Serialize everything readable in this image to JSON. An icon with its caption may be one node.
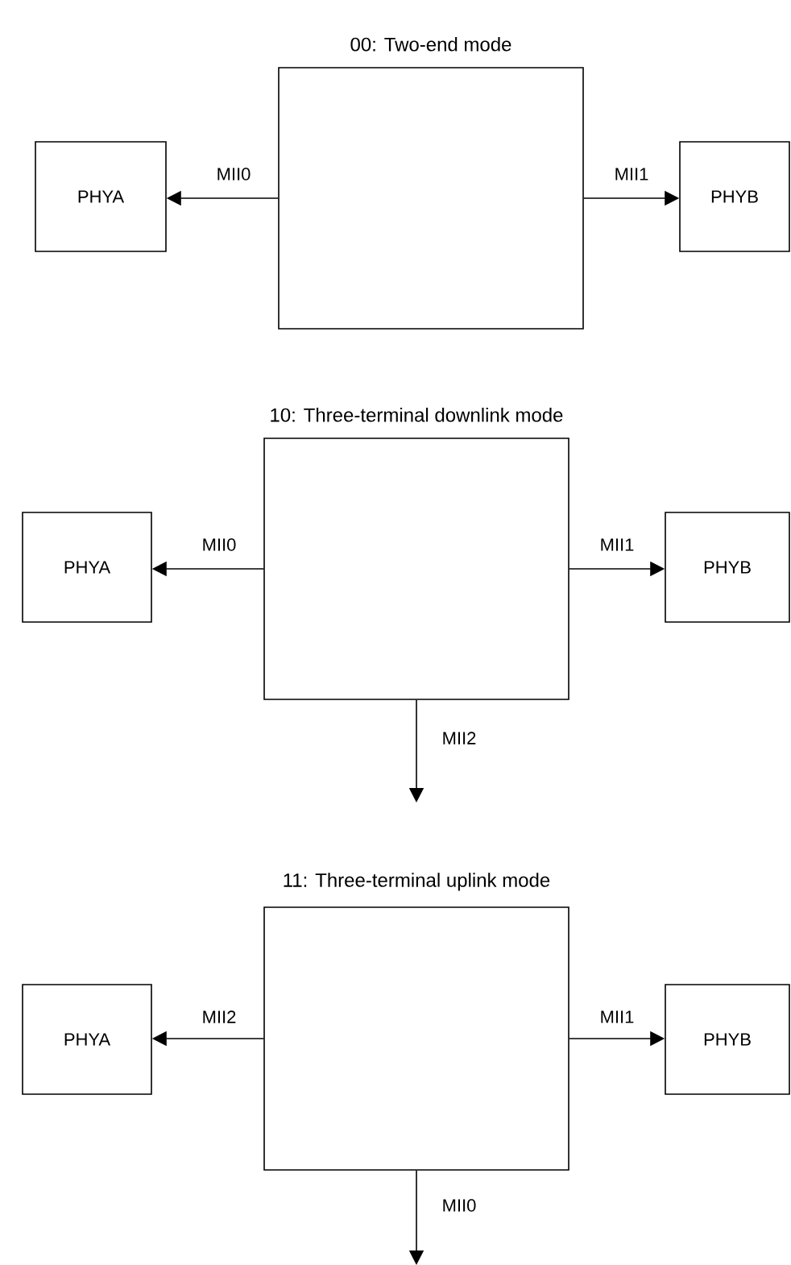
{
  "diagram": {
    "nodes": [
      {
        "text": [
          "00: Two-end mode"
        ]
      },
      {
        "text": [
          "PHYA"
        ]
      },
      {
        "text": [
          "PHYB"
        ]
      },
      {
        "text": [
          "10: Three-terminal downlink mode"
        ]
      },
      {
        "text": [
          "PHYA"
        ]
      },
      {
        "text": [
          "PHYB"
        ]
      },
      {
        "text": [
          "11: Three-terminal uplink mode"
        ]
      },
      {
        "text": [
          "PHYA"
        ]
      },
      {
        "text": [
          "PHYB"
        ]
      }
    ],
    "edges": [
      {
        "from": 0,
        "to": 1,
        "arrow": "to",
        "label": "MII0"
      },
      {
        "from": 0,
        "to": 2,
        "arrow": "to",
        "label": "MII1"
      },
      {
        "from": 3,
        "to": 4,
        "arrow": "to",
        "label": "MII0"
      },
      {
        "from": 3,
        "to": 5,
        "arrow": "to",
        "label": "MII1"
      },
      {
        "from": 3,
        "to": null,
        "arrow": "to",
        "label": "MII2"
      },
      {
        "from": 6,
        "to": 7,
        "arrow": "to",
        "label": "MII2"
      },
      {
        "from": 6,
        "to": 8,
        "arrow": "to",
        "label": "MII1"
      },
      {
        "from": 6,
        "to": null,
        "arrow": "to",
        "label": "MII0"
      }
    ]
  }
}
